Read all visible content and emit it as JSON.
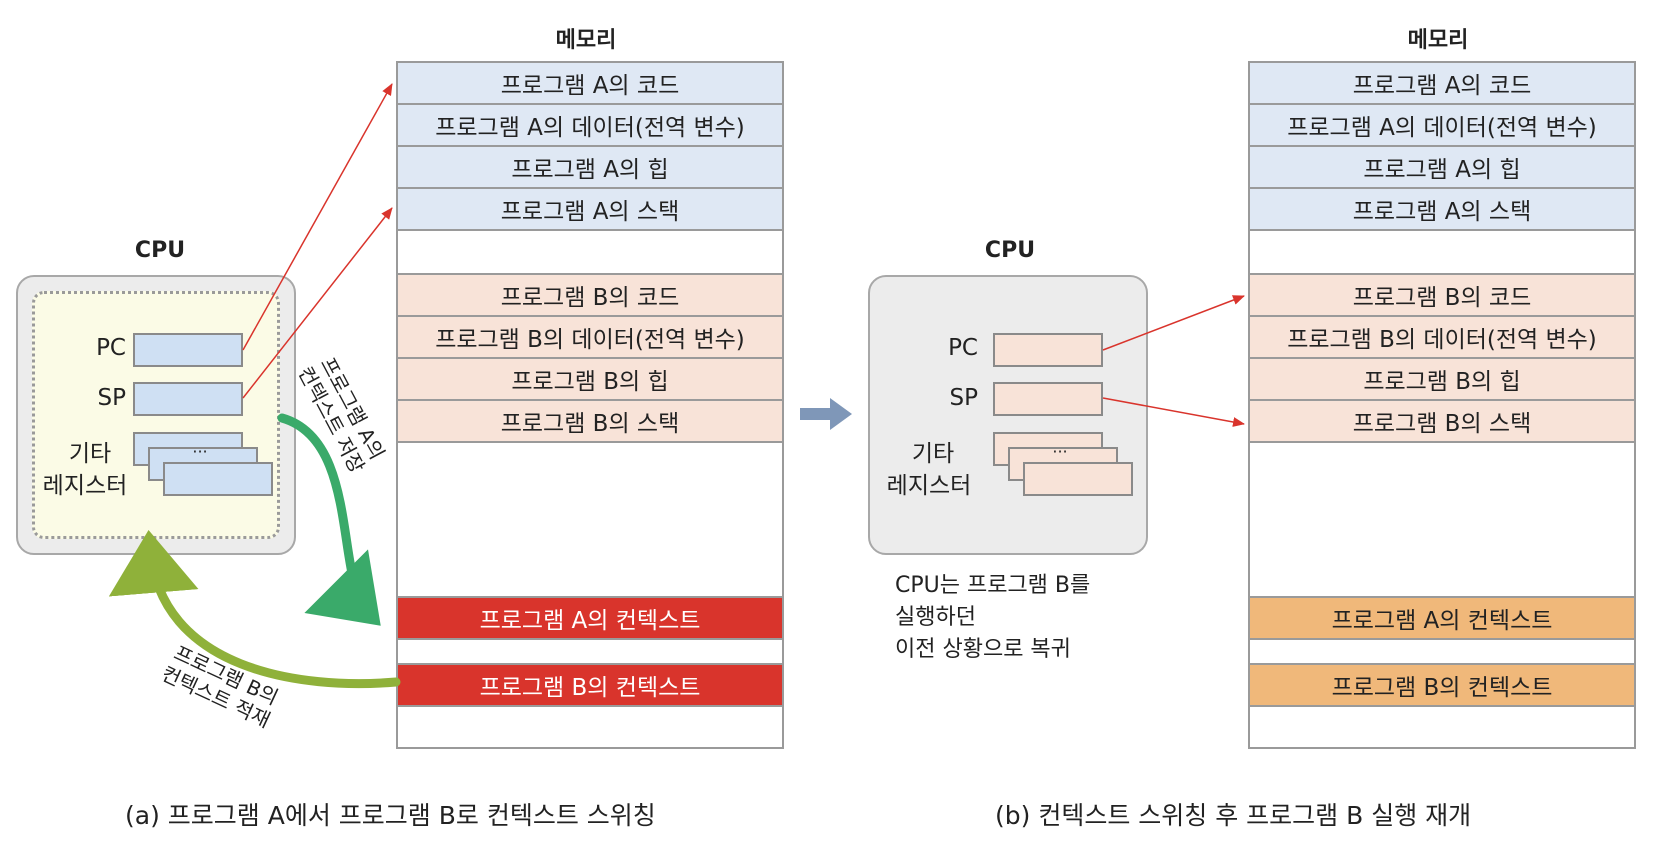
{
  "panel_a": {
    "memory_title": "메모리",
    "cpu_title": "CPU",
    "registers": {
      "pc": "PC",
      "sp": "SP",
      "other_line1": "기타",
      "other_line2": "레지스터",
      "ellipsis": "···"
    },
    "memory_cells": {
      "a_code": "프로그램 A의 코드",
      "a_data": "프로그램 A의 데이터(전역 변수)",
      "a_heap": "프로그램 A의 힙",
      "a_stack": "프로그램 A의 스택",
      "b_code": "프로그램 B의 코드",
      "b_data": "프로그램 B의 데이터(전역 변수)",
      "b_heap": "프로그램 B의 힙",
      "b_stack": "프로그램 B의 스택",
      "a_context": "프로그램 A의 컨텍스트",
      "b_context": "프로그램 B의 컨텍스트"
    },
    "save_label_line1": "프로그램 A의",
    "save_label_line2": "컨텍스트 저장",
    "load_label_line1": "프로그램 B의",
    "load_label_line2": "컨텍스트 적재",
    "caption": "(a) 프로그램 A에서 프로그램 B로 컨텍스트 스위칭"
  },
  "panel_b": {
    "memory_title": "메모리",
    "cpu_title": "CPU",
    "registers": {
      "pc": "PC",
      "sp": "SP",
      "other_line1": "기타",
      "other_line2": "레지스터",
      "ellipsis": "···"
    },
    "memory_cells": {
      "a_code": "프로그램 A의 코드",
      "a_data": "프로그램 A의 데이터(전역 변수)",
      "a_heap": "프로그램 A의 힙",
      "a_stack": "프로그램 A의 스택",
      "b_code": "프로그램 B의 코드",
      "b_data": "프로그램 B의 데이터(전역 변수)",
      "b_heap": "프로그램 B의 힙",
      "b_stack": "프로그램 B의 스택",
      "a_context": "프로그램 A의 컨텍스트",
      "b_context": "프로그램 B의 컨텍스트"
    },
    "note_line1": "CPU는 프로그램 B를",
    "note_line2": "실행하던",
    "note_line3": "이전 상황으로 복귀",
    "caption": "(b) 컨텍스트 스위칭 후 프로그램 B 실행 재개"
  },
  "colors": {
    "program_a_cell": "#dfe8f4",
    "program_b_cell": "#f8e3d8",
    "context_highlight_a": "#d9342c",
    "context_highlight_b": "#f0b87a",
    "pointer_arrow": "#d9342c",
    "save_arrow": "#3aaa6a",
    "load_arrow": "#8fb13a",
    "transition_arrow": "#7f97b8"
  },
  "icons": [
    "pointer-arrow",
    "transition-arrow",
    "curved-save-arrow",
    "curved-load-arrow"
  ]
}
